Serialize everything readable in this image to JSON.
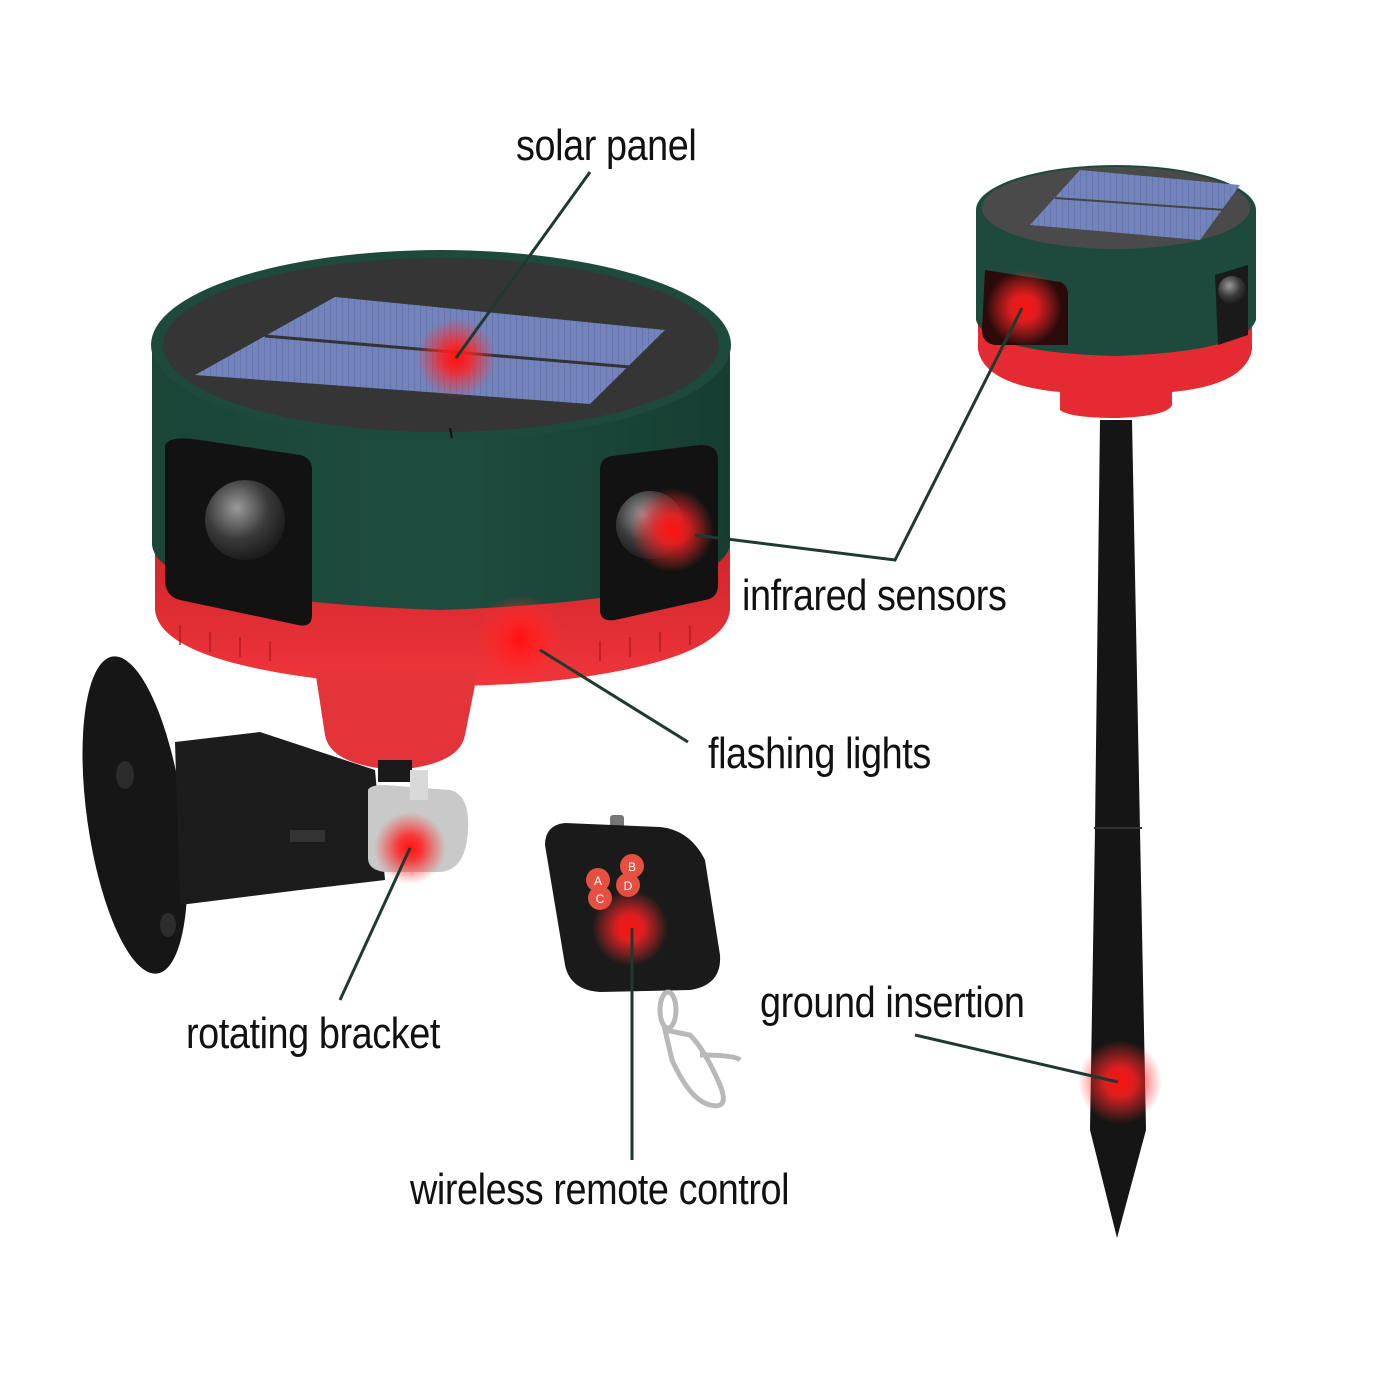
{
  "diagram": {
    "type": "product-annotated-illustration",
    "colors": {
      "housing_green": "#1d4a3c",
      "housing_red": "#e0262b",
      "solar_panel": "#6e7fb6",
      "solar_rim": "#333333",
      "leader_line": "#1e3a30",
      "highlight_dot": "#ff1a1a",
      "bracket": "#1a1a1a",
      "background": "#ffffff"
    },
    "labels": [
      {
        "id": "solar-panel",
        "text": "solar panel"
      },
      {
        "id": "infrared-sensors",
        "text": "infrared sensors"
      },
      {
        "id": "flashing-lights",
        "text": "flashing lights"
      },
      {
        "id": "rotating-bracket",
        "text": "rotating bracket"
      },
      {
        "id": "wireless-remote-control",
        "text": "wireless remote control"
      },
      {
        "id": "ground-insertion",
        "text": "ground insertion"
      }
    ],
    "remote_buttons": [
      "A",
      "B",
      "C",
      "D"
    ]
  }
}
